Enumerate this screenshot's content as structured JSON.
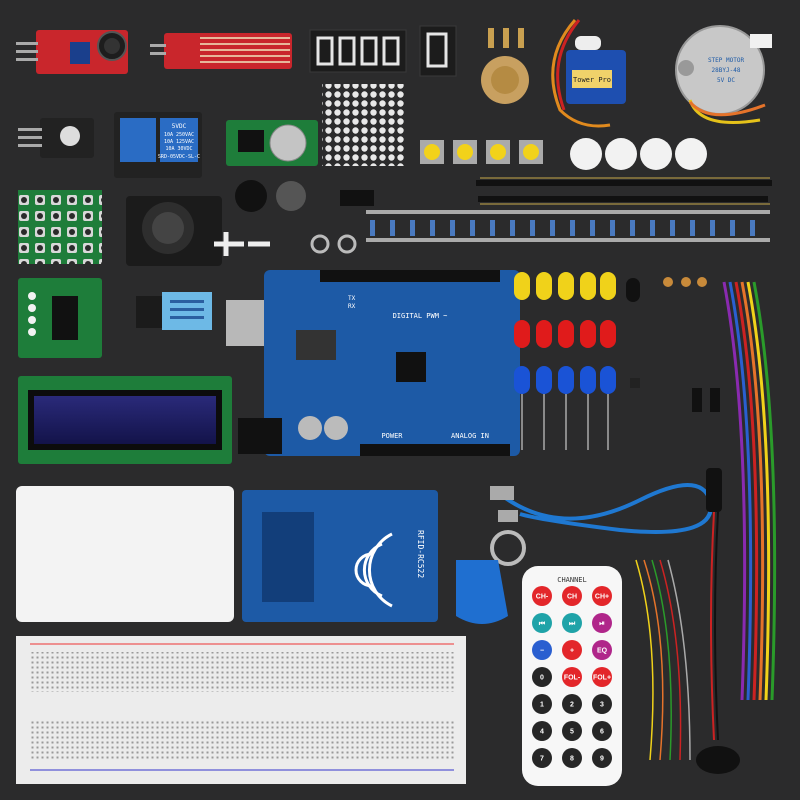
{
  "relay": {
    "lines": [
      "5VDC",
      "10A 250VAC",
      "10A 125VAC",
      "10A 30VDC",
      "SRD-05VDC-SL-C"
    ]
  },
  "servo": {
    "label": "Tower Pro"
  },
  "stepper": {
    "lines": [
      "STEP MOTOR",
      "28BYJ-48",
      "5V DC"
    ]
  },
  "uno": {
    "digital": "DIGITAL PWM ~",
    "analog": "ANALOG IN",
    "power": "POWER",
    "tx": "TX",
    "rx": "RX"
  },
  "rfid": {
    "label": "RFID-RC522"
  },
  "remote": {
    "title": "CHANNEL",
    "rows": [
      [
        "CH-",
        "CH",
        "CH+"
      ],
      [
        "⏮",
        "⏭",
        "⏯"
      ],
      [
        "−",
        "+",
        "EQ"
      ],
      [
        "0",
        "FOL-",
        "FOL+"
      ],
      [
        "1",
        "2",
        "3"
      ],
      [
        "4",
        "5",
        "6"
      ],
      [
        "7",
        "8",
        "9"
      ]
    ],
    "colors": {
      "red": "#e3262a",
      "cyan": "#1fa3a8",
      "blue": "#2a5fd0",
      "magenta": "#b0268a",
      "dark": "#262626"
    }
  },
  "palette": {
    "pcb_red": "#c9262c",
    "pcb_blue": "#1d5aa6",
    "pcb_green": "#1e7d3a",
    "led_yellow": "#f0d21a",
    "led_red": "#e01b1b",
    "led_blue": "#1a53d6",
    "breadboard": "#ececec"
  }
}
